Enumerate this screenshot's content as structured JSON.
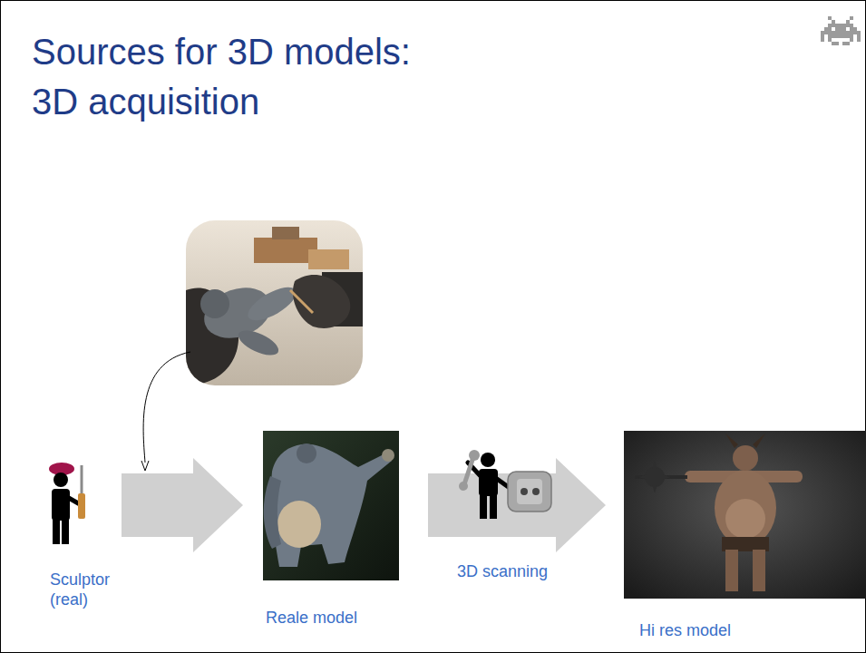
{
  "diagram": {
    "title": "Sources for 3D models: 3D acquisition",
    "nodes": [
      {
        "text": [
          "Sculptor (real)"
        ]
      },
      {
        "text": [
          "Reale model"
        ]
      },
      {
        "text": [
          "Hi res model"
        ]
      }
    ],
    "edges": [
      {
        "from": 0,
        "to": 1,
        "arrow": "to"
      },
      {
        "from": 1,
        "to": 2,
        "label": "3D scanning",
        "arrow": "to"
      }
    ]
  }
}
